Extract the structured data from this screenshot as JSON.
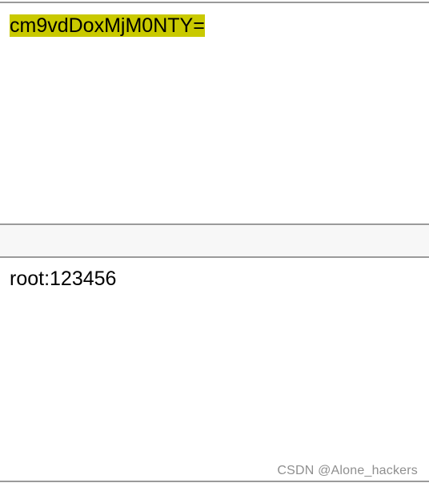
{
  "input_pane": {
    "text": "cm9vdDoxMjM0NTY=",
    "highlight_color": "#c9c900"
  },
  "output_pane": {
    "text": "root:123456"
  },
  "watermark": {
    "text": "CSDN @Alone_hackers"
  }
}
